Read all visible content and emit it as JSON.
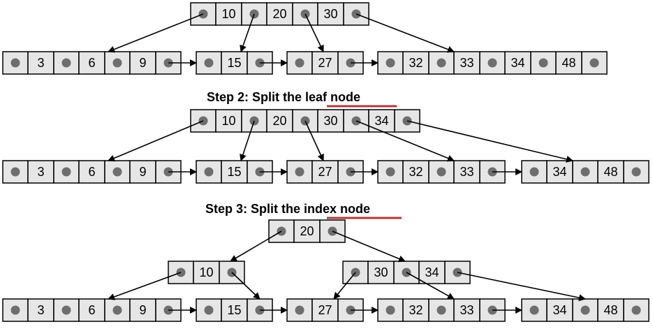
{
  "steps": [
    {
      "title_prefix": "",
      "title_highlight": "",
      "nodes": [
        {
          "id": "s1_root",
          "keys": [
            "10",
            "20",
            "30"
          ]
        },
        {
          "id": "s1_leaf1",
          "keys": [
            "3",
            "6",
            "9"
          ]
        },
        {
          "id": "s1_leaf2",
          "keys": [
            "15"
          ]
        },
        {
          "id": "s1_leaf3",
          "keys": [
            "27"
          ]
        },
        {
          "id": "s1_leaf4",
          "keys": [
            "32",
            "33",
            "34",
            "48"
          ]
        }
      ]
    },
    {
      "title_prefix": "Step 2: Split the ",
      "title_highlight": "leaf node",
      "nodes": [
        {
          "id": "s2_root",
          "keys": [
            "10",
            "20",
            "30",
            "34"
          ]
        },
        {
          "id": "s2_leaf1",
          "keys": [
            "3",
            "6",
            "9"
          ]
        },
        {
          "id": "s2_leaf2",
          "keys": [
            "15"
          ]
        },
        {
          "id": "s2_leaf3",
          "keys": [
            "27"
          ]
        },
        {
          "id": "s2_leaf4",
          "keys": [
            "32",
            "33"
          ]
        },
        {
          "id": "s2_leaf5",
          "keys": [
            "34",
            "48"
          ]
        }
      ]
    },
    {
      "title_prefix": "Step 3: Split the ",
      "title_highlight": "index node",
      "nodes": [
        {
          "id": "s3_root",
          "keys": [
            "20"
          ]
        },
        {
          "id": "s3_idxL",
          "keys": [
            "10"
          ]
        },
        {
          "id": "s3_idxR",
          "keys": [
            "30",
            "34"
          ]
        },
        {
          "id": "s3_leaf1",
          "keys": [
            "3",
            "6",
            "9"
          ]
        },
        {
          "id": "s3_leaf2",
          "keys": [
            "15"
          ]
        },
        {
          "id": "s3_leaf3",
          "keys": [
            "27"
          ]
        },
        {
          "id": "s3_leaf4",
          "keys": [
            "32",
            "33"
          ]
        },
        {
          "id": "s3_leaf5",
          "keys": [
            "34",
            "48"
          ]
        }
      ]
    }
  ],
  "colors": {
    "cell": "#e6e6e6",
    "dot": "#6e6e6e",
    "underline": "#b03a3a"
  }
}
